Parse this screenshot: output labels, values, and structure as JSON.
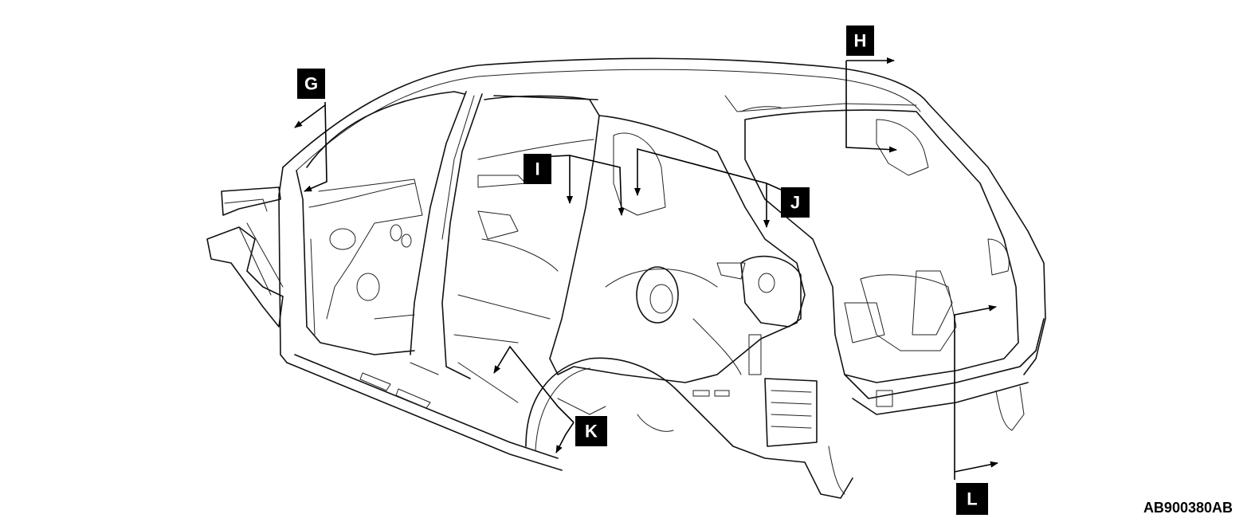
{
  "figure_id": "AB900380AB",
  "callouts": {
    "g": "G",
    "h": "H",
    "i": "I",
    "j": "J",
    "k": "K",
    "l": "L"
  },
  "colors": {
    "ink": "#000000",
    "background": "#ffffff"
  }
}
